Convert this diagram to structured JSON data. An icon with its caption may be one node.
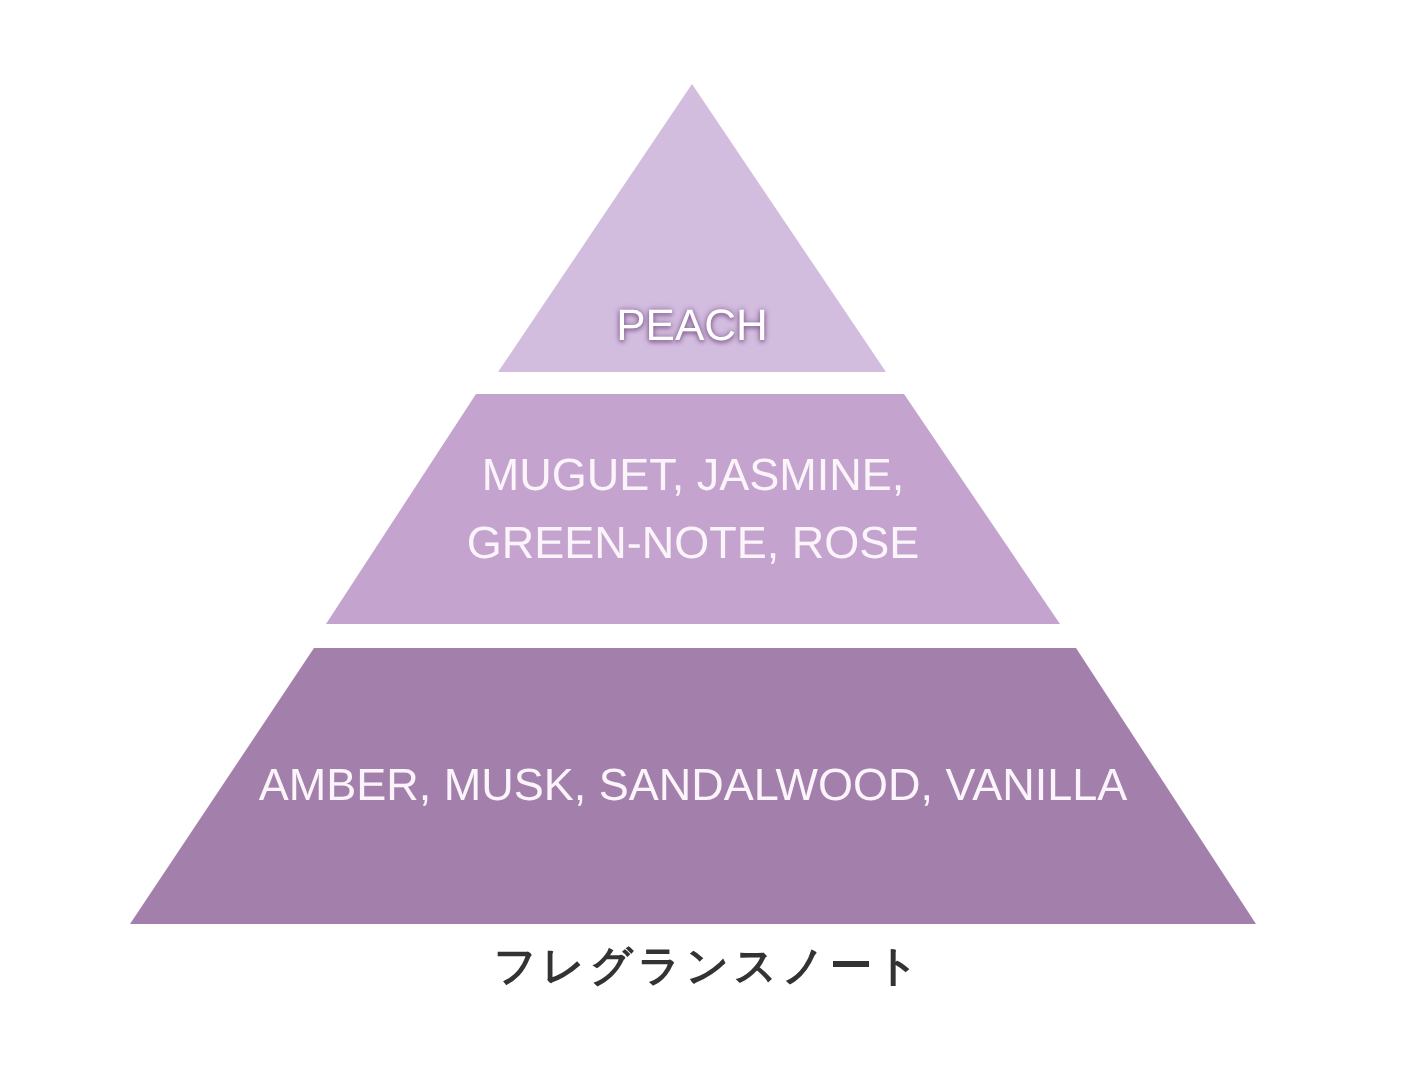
{
  "diagram": {
    "caption": "フレグランスノート",
    "nodes": [
      {
        "text": [
          "PEACH"
        ]
      },
      {
        "text": [
          "MUGUET, JASMINE, GREEN-NOTE, ROSE"
        ]
      },
      {
        "text": [
          "AMBER, MUSK, SANDALWOOD, VANILLA"
        ]
      }
    ]
  }
}
